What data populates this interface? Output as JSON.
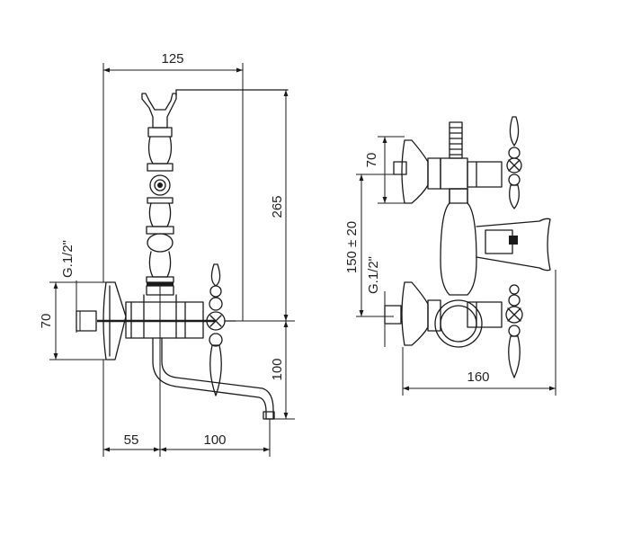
{
  "dimensions": {
    "front_top_width": "125",
    "front_height_upper": "265",
    "front_inlet_thread": "G.1/2\"",
    "front_body_height": "70",
    "front_spout_drop": "100",
    "front_base_left": "55",
    "front_spout_reach": "100",
    "side_knob_height": "70",
    "side_center_distance": "150 ± 20",
    "side_inlet_thread": "G.1/2\"",
    "side_total_width": "160"
  }
}
